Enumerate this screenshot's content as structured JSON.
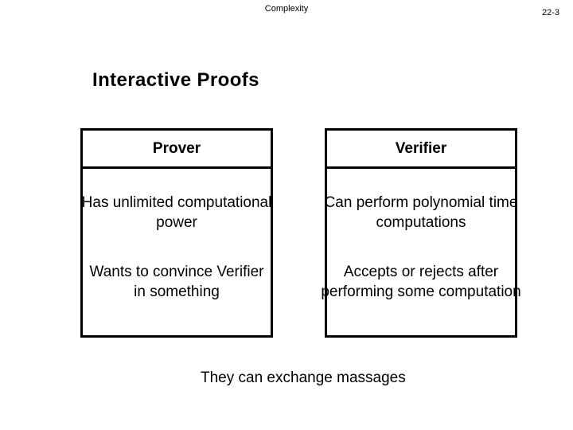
{
  "slide": {
    "header": "Complexity",
    "page_number": "22-3",
    "title": "Interactive Proofs",
    "footer": "They can exchange massages"
  },
  "prover_box": {
    "title": "Prover",
    "row1_line1": "Has unlimited computational",
    "row1_line2": "power",
    "row2_line1": "Wants to convince Verifier",
    "row2_line2": "in something"
  },
  "verifier_box": {
    "title": "Verifier",
    "row1_line1": "Can perform polynomial time",
    "row1_line2": "computations",
    "row2_line1": "Accepts or rejects after",
    "row2_line2": "performing some computation"
  },
  "colors": {
    "background": "#ffffff",
    "text": "#000000",
    "border": "#000000"
  }
}
